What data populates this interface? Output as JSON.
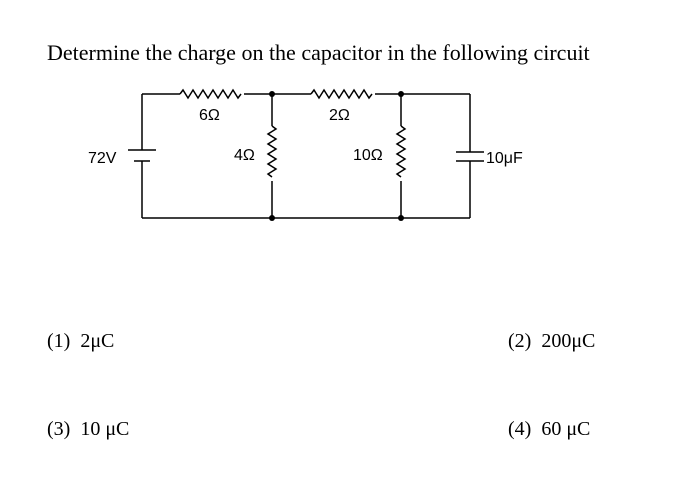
{
  "question": "Determine the charge on the capacitor in the following circuit",
  "circuit": {
    "source_label": "72V",
    "r_top_left": "6Ω",
    "r_top_right": "2Ω",
    "r_mid_left": "4Ω",
    "r_mid_right": "10Ω",
    "capacitor_label": "10μF"
  },
  "options": [
    {
      "num": "(1)",
      "text": "2μC"
    },
    {
      "num": "(2)",
      "text": "200μC"
    },
    {
      "num": "(3)",
      "text": "10 μC"
    },
    {
      "num": "(4)",
      "text": "60 μC"
    }
  ]
}
